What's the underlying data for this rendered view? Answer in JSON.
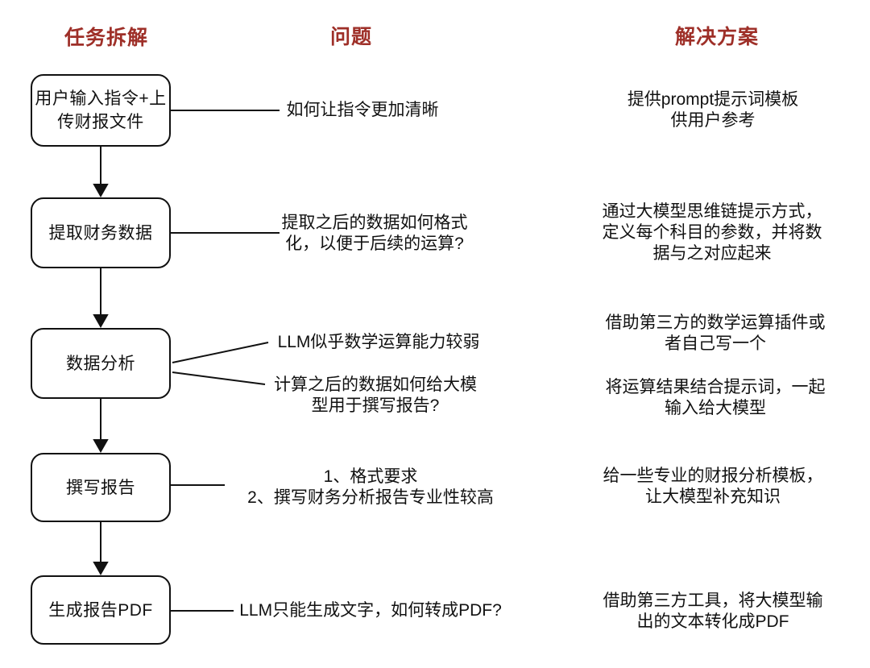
{
  "colors": {
    "header_text": "#9e2f28",
    "line": "#111111",
    "background": "#ffffff"
  },
  "headers": {
    "task_breakdown": "任务拆解",
    "problem": "问题",
    "solution": "解决方案"
  },
  "flow_boxes": [
    {
      "label": "用户输入指令+上\n传财报文件"
    },
    {
      "label": "提取财务数据"
    },
    {
      "label": "数据分析"
    },
    {
      "label": "撰写报告"
    },
    {
      "label": "生成报告PDF"
    }
  ],
  "questions": [
    {
      "text": "如何让指令更加清晰"
    },
    {
      "text": "提取之后的数据如何格式\n化，以便于后续的运算?"
    },
    {
      "text": "LLM似乎数学运算能力较弱"
    },
    {
      "text": "计算之后的数据如何给大模\n型用于撰写报告?"
    },
    {
      "text": "1、格式要求\n2、撰写财务分析报告专业性较高"
    },
    {
      "text": "LLM只能生成文字，如何转成PDF?"
    }
  ],
  "solutions": [
    {
      "text": "提供prompt提示词模板\n供用户参考"
    },
    {
      "text": "通过大模型思维链提示方式，\n定义每个科目的参数，并将数\n据与之对应起来"
    },
    {
      "text": "借助第三方的数学运算插件或\n者自己写一个"
    },
    {
      "text": "将运算结果结合提示词，一起\n输入给大模型"
    },
    {
      "text": "给一些专业的财报分析模板，\n让大模型补充知识"
    },
    {
      "text": "借助第三方工具，将大模型输\n出的文本转化成PDF"
    }
  ]
}
